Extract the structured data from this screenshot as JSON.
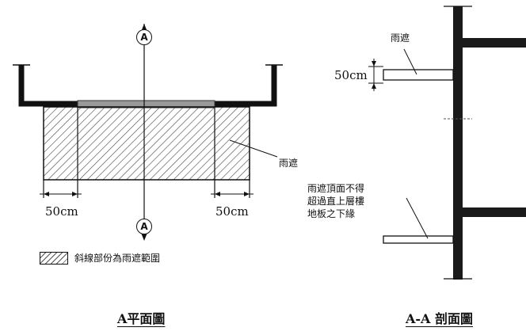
{
  "plan": {
    "dim_left": "50cm",
    "dim_right": "50cm",
    "label_canopy": "雨遮",
    "section_marker": "A",
    "legend_text": "斜線部份為雨遮範圍",
    "caption": "A平面圖"
  },
  "section": {
    "label_canopy": "雨遮",
    "dim_thickness": "50cm",
    "note": "雨遮頂面不得\n超過直上層樓\n地板之下緣",
    "caption": "A-A 剖面圖"
  }
}
